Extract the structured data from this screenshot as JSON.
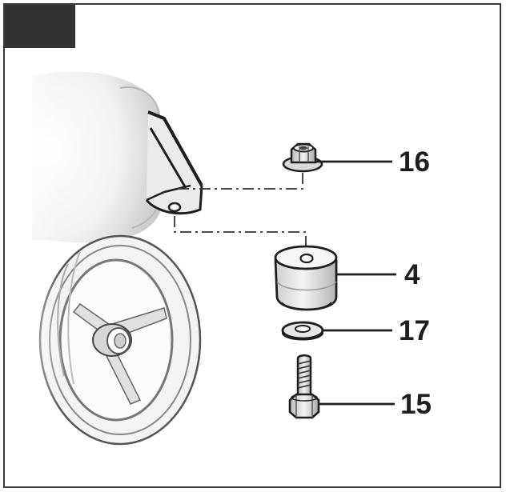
{
  "colors": {
    "frame": "#3a3a3a",
    "tab": "#333333",
    "ink": "#1e1e1e",
    "part_fill": "#e9e9e9",
    "shadow": "#bdbdbd"
  },
  "callouts": [
    {
      "id": "nut",
      "number": "16"
    },
    {
      "id": "rubber-foot",
      "number": "4"
    },
    {
      "id": "washer",
      "number": "17"
    },
    {
      "id": "bolt",
      "number": "15"
    }
  ]
}
